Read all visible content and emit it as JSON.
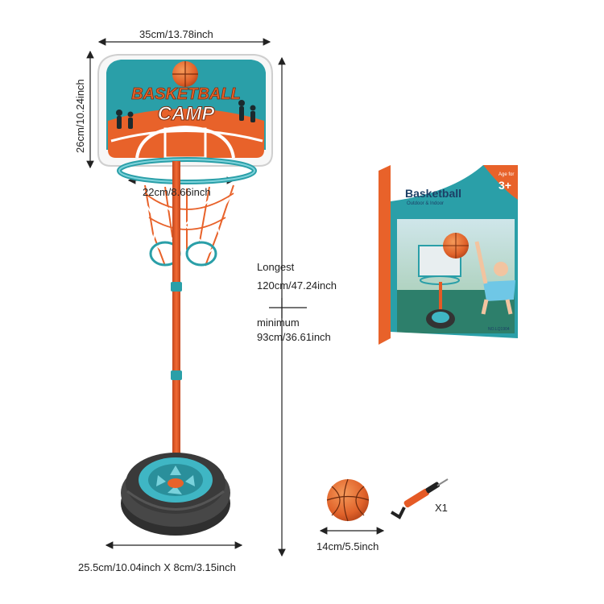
{
  "dimensions": {
    "board_width": "35cm/13.78inch",
    "board_height": "26cm/10.24inch",
    "rim_diameter": "22cm/8.66inch",
    "height_longest_label": "Longest",
    "height_longest_value": "120cm/47.24inch",
    "height_min_label": "minimum",
    "height_min_value": "93cm/36.61inch",
    "base_size": "25.5cm/10.04inch X 8cm/3.15inch",
    "ball_diameter": "14cm/5.5inch"
  },
  "backboard": {
    "line1": "BASKETBALL",
    "line2": "CAMP"
  },
  "package": {
    "title": "Basketball",
    "subtitle": "Outdoor & Indoor",
    "age_label": "Age for",
    "age": "3+",
    "model": "NO.LQ1904"
  },
  "accessories": {
    "pump_qty": "X1"
  },
  "colors": {
    "teal": "#2a9fa8",
    "orange": "#e8622a",
    "pole_orange": "#e55a25",
    "tire": "#3c3c3c",
    "hub": "#3fb6c4"
  }
}
